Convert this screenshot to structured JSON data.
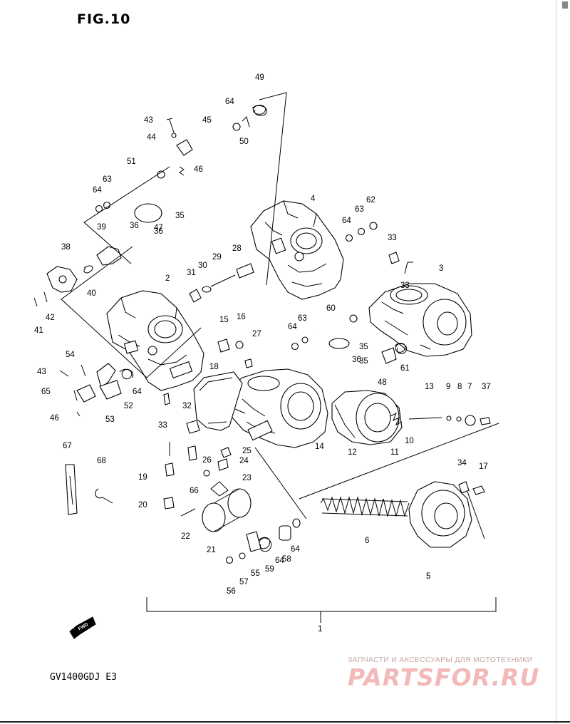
{
  "figure_title": "FIG.10",
  "model_code": "GV1400GDJ E3",
  "watermark": {
    "tagline": "ЗАПЧАСТИ И АКСЕССУАРЫ ДЛЯ МОТОТЕХНИКИ",
    "logo": "PARTSFOR.RU"
  },
  "direction_marker": {
    "icon": "fwd-arrow-icon",
    "text": "FWD"
  },
  "callouts": [
    "1",
    "2",
    "3",
    "4",
    "5",
    "6",
    "7",
    "8",
    "9",
    "10",
    "11",
    "12",
    "13",
    "14",
    "15",
    "16",
    "17",
    "18",
    "19",
    "20",
    "21",
    "22",
    "23",
    "24",
    "25",
    "26",
    "27",
    "28",
    "29",
    "30",
    "31",
    "32",
    "33",
    "33",
    "33",
    "34",
    "35",
    "35",
    "35",
    "36",
    "36",
    "36",
    "37",
    "38",
    "39",
    "40",
    "41",
    "42",
    "43",
    "43",
    "44",
    "45",
    "46",
    "46",
    "47",
    "48",
    "49",
    "50",
    "51",
    "52",
    "53",
    "54",
    "55",
    "56",
    "57",
    "58",
    "59",
    "60",
    "61",
    "62",
    "63",
    "63",
    "63",
    "64",
    "64",
    "64",
    "64",
    "64",
    "64",
    "64",
    "65",
    "66",
    "67",
    "68"
  ]
}
